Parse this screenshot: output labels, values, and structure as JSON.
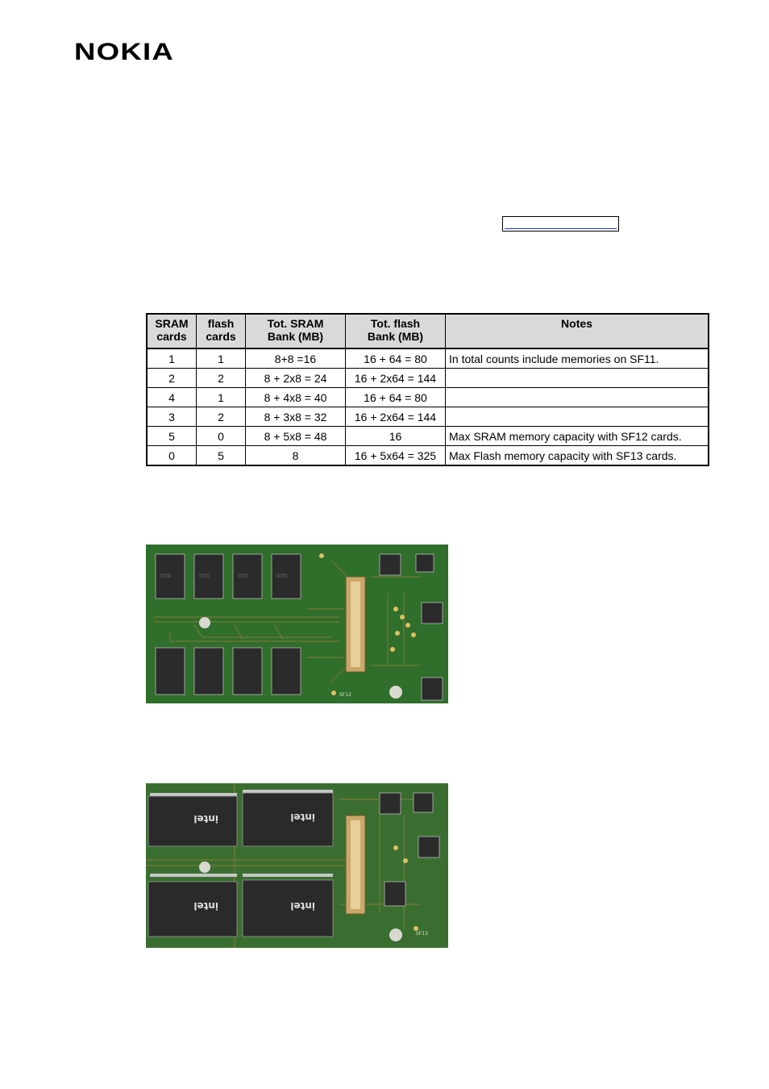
{
  "brand": {
    "logo_text": "NOKIA"
  },
  "table": {
    "headers": [
      "SRAM\ncards",
      "flash\ncards",
      "Tot. SRAM\nBank (MB)",
      "Tot. flash\nBank (MB)",
      "Notes"
    ],
    "rows": [
      [
        "1",
        "1",
        "8+8  =16",
        "16 + 64 = 80",
        "In total counts include memories on SF11."
      ],
      [
        "2",
        "2",
        "8 + 2x8 = 24",
        "16 + 2x64 = 144",
        ""
      ],
      [
        "4",
        "1",
        "8 + 4x8 = 40",
        "16 + 64 =  80",
        ""
      ],
      [
        "3",
        "2",
        "8 + 3x8 = 32",
        "16 + 2x64 =  144",
        ""
      ],
      [
        "5",
        "0",
        "8 + 5x8 = 48",
        "16",
        "Max SRAM memory capacity with SF12 cards."
      ],
      [
        "0",
        "5",
        "8",
        "16 + 5x64 =  325",
        "Max Flash memory capacity with SF13 cards."
      ]
    ]
  },
  "photos": [
    {
      "alt": "SF12 SRAM memory card photo",
      "board_label": "SF12"
    },
    {
      "alt": "SF13 flash memory card photo",
      "board_label": "SF13"
    }
  ],
  "colors": {
    "pcb": "#2e6b2a",
    "chip": "#2a2a2a",
    "header_bg": "#d9d9d9"
  }
}
